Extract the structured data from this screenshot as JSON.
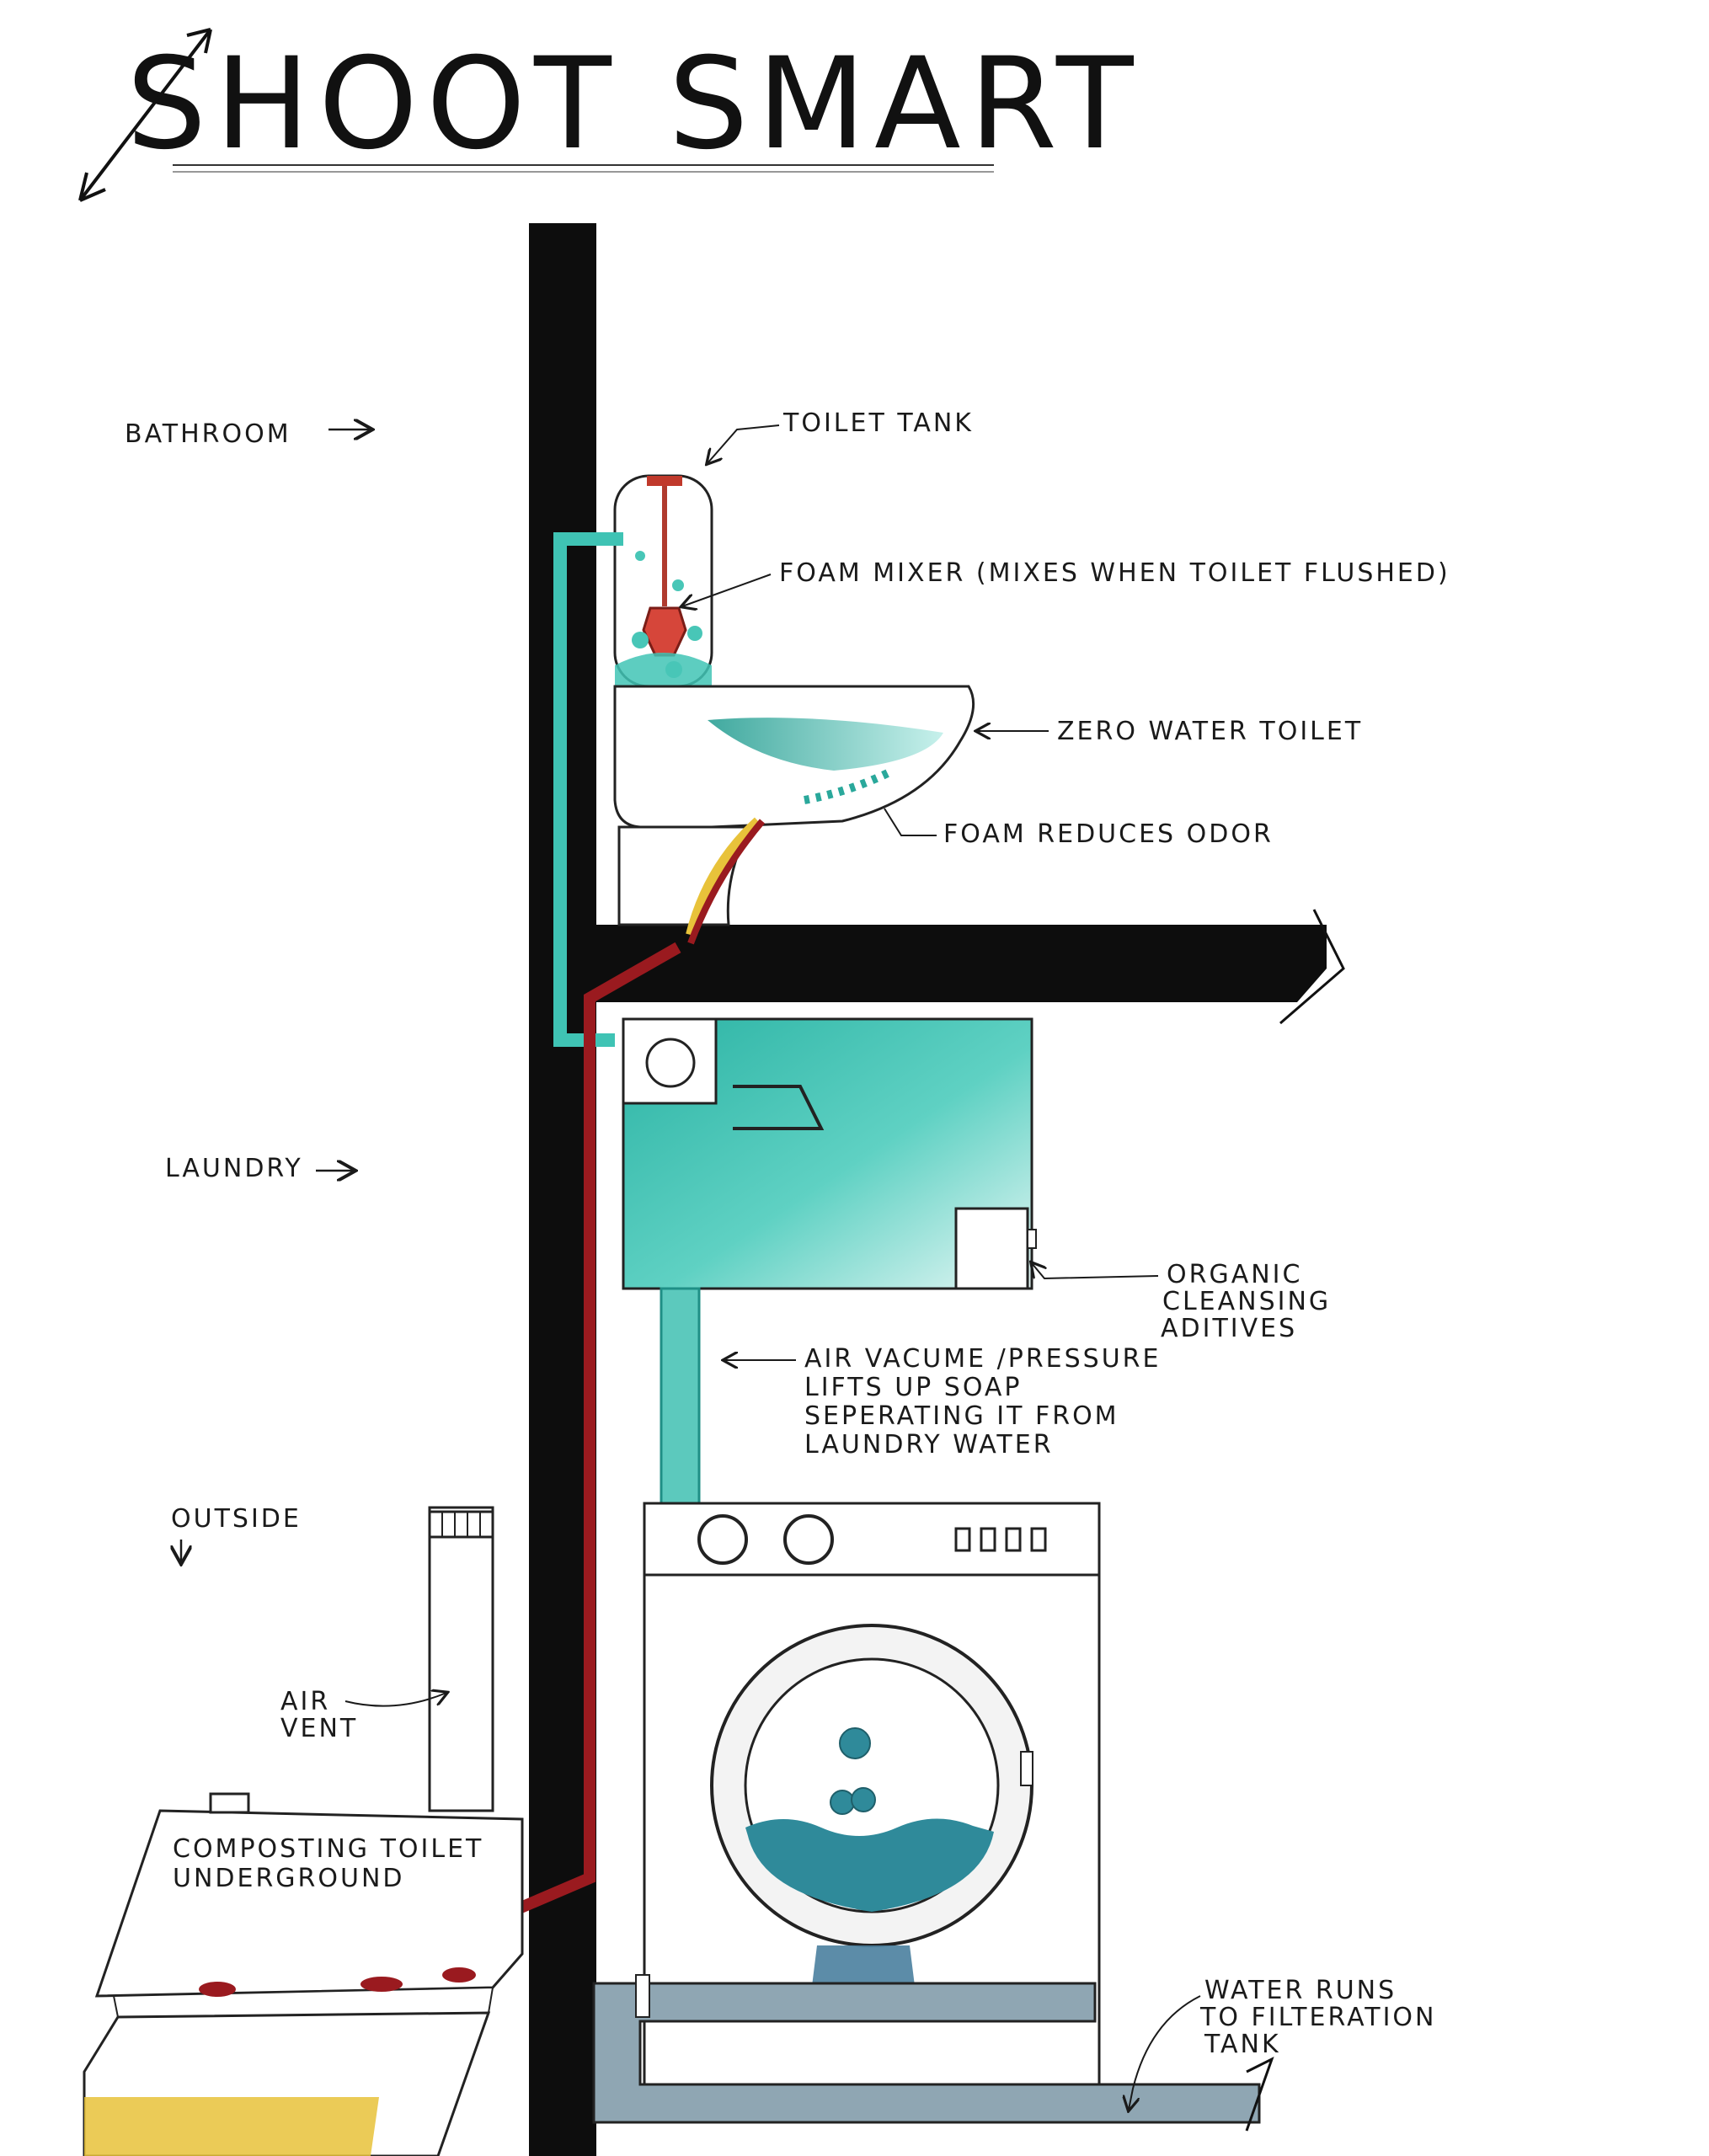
{
  "title": "SHOOT SMART",
  "colors": {
    "wall": "#0d0d0d",
    "water": "#3fc3b4",
    "water_dark": "#1f8f86",
    "waste": "#9a1a1f",
    "waste_yellow": "#e8c23a",
    "gray_water": "#4a7f9e",
    "ink": "#1a1a1a"
  },
  "zones": {
    "bathroom": "BATHROOM",
    "laundry": "LAUNDRY",
    "outside": "OUTSIDE"
  },
  "labels": {
    "toilet_tank": "TOILET TANK",
    "foam_mixer": "FOAM MIXER (MIXES WHEN TOILET FLUSHED)",
    "zero_water_toilet": "ZERO WATER TOILET",
    "foam_reduces_odor": "FOAM REDUCES ODOR",
    "organic_additives": [
      "ORGANIC",
      "CLEANSING",
      "ADITIVES"
    ],
    "air_vacuum": [
      "AIR VACUME /PRESSURE",
      "LIFTS UP SOAP",
      "SEPERATING IT FROM",
      "LAUNDRY WATER"
    ],
    "air_vent": [
      "AIR",
      "VENT"
    ],
    "composting_toilet": [
      "COMPOSTING TOILET",
      "UNDERGROUND"
    ],
    "water_runs": [
      "WATER RUNS",
      "TO FILTERATION",
      "TANK"
    ]
  },
  "icons": {
    "arrow": "arrow-right-icon",
    "drum_bubble": "bubble-icon"
  }
}
